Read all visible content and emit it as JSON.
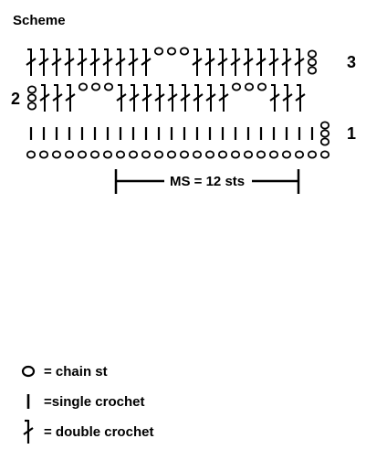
{
  "title": "Scheme",
  "rows": [
    {
      "number": "3",
      "stitches": "DDDDDDDDDDCCCDDDDDDDDDC"
    },
    {
      "number": "2",
      "stitches": "CDDDCCCDDDDDDDDDCCCDDD"
    },
    {
      "number": "1",
      "stitches": "SSSSSSSSSSSSSSSSSSSSSSSC"
    },
    {
      "number": "",
      "stitches": "CCCCCCCCCCCCCCCCCCCCCCCC"
    }
  ],
  "repeat_label": "MS = 12 sts",
  "legend": [
    {
      "symbol": "chain",
      "icon": "chain-stitch-icon",
      "label": "= chain st"
    },
    {
      "symbol": "single",
      "icon": "single-crochet-icon",
      "label": "=single crochet"
    },
    {
      "symbol": "double",
      "icon": "double-crochet-icon",
      "label": "= double crochet"
    }
  ]
}
